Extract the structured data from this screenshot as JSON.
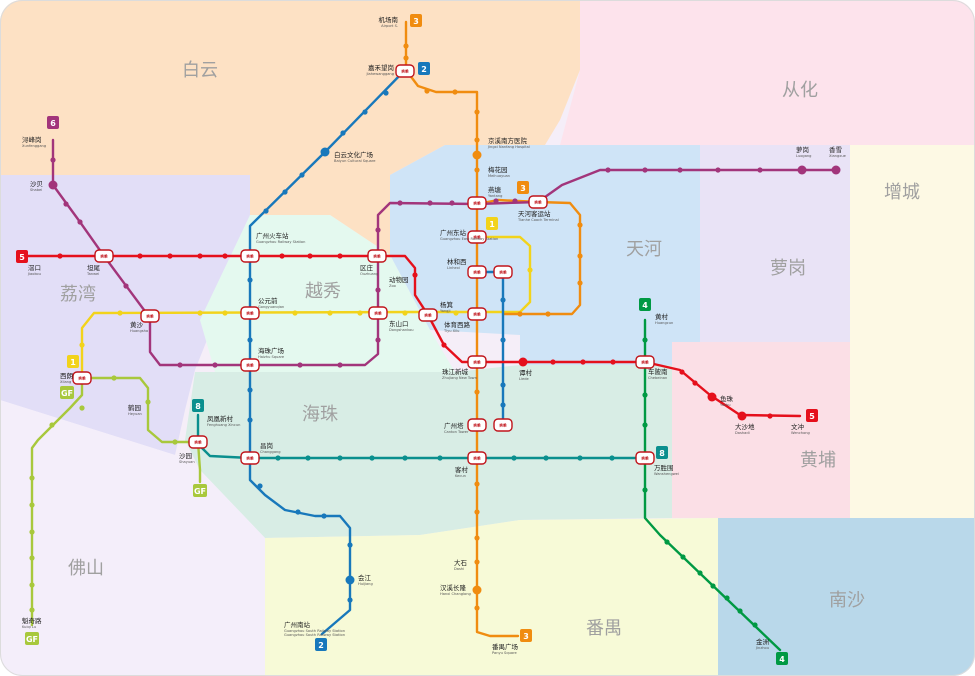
{
  "colors": {
    "line1": "#f2d31b",
    "line2": "#1878bb",
    "line3": "#f08c10",
    "line4": "#009943",
    "line5": "#e5101c",
    "line6": "#a2357b",
    "line8": "#0a8f8e",
    "gf": "#a8c83c"
  },
  "districts": [
    {
      "id": "baiyun",
      "name": "白云"
    },
    {
      "id": "conghua",
      "name": "从化"
    },
    {
      "id": "zengcheng",
      "name": "增城"
    },
    {
      "id": "tianhe",
      "name": "天河"
    },
    {
      "id": "luogang",
      "name": "萝岗"
    },
    {
      "id": "liwan",
      "name": "荔湾"
    },
    {
      "id": "yuexiu",
      "name": "越秀"
    },
    {
      "id": "haizhu",
      "name": "海珠"
    },
    {
      "id": "huangpu",
      "name": "黄埔"
    },
    {
      "id": "foshan",
      "name": "佛山"
    },
    {
      "id": "panyu",
      "name": "番禺"
    },
    {
      "id": "nansha",
      "name": "南沙"
    }
  ],
  "badges": {
    "l1": "1",
    "l2": "2",
    "l3": "3",
    "l4": "4",
    "l5": "5",
    "l6": "6",
    "l8": "8",
    "gf": "GF"
  },
  "interchange_label": "换乘",
  "stations": [
    {
      "id": "jichangnan",
      "cn": "机场南",
      "en": "Airport S."
    },
    {
      "id": "jiahewanggang",
      "cn": "嘉禾望岗",
      "en": "Jiahewanggang"
    },
    {
      "id": "baiyunwenhua",
      "cn": "白云文化广场",
      "en": "Baiyun Cultural Square"
    },
    {
      "id": "jingxi",
      "cn": "京溪南方医院",
      "en": "Jingxi Nanfang Hospital"
    },
    {
      "id": "meihuayuan",
      "cn": "梅花园",
      "en": "Meihuayuan"
    },
    {
      "id": "yantang",
      "cn": "燕塘",
      "en": "Yantang"
    },
    {
      "id": "tianhekeyun",
      "cn": "天河客运站",
      "en": "Tianhe Coach Terminal"
    },
    {
      "id": "guangzhoudong",
      "cn": "广州东站",
      "en": "Guangzhou East Railway Station"
    },
    {
      "id": "linhexi",
      "cn": "林和西",
      "en": "Linhexi"
    },
    {
      "id": "tiyuxilu",
      "cn": "体育西路",
      "en": "Tiyu Xilu"
    },
    {
      "id": "zhujiangxincheng",
      "cn": "珠江新城",
      "en": "Zhujiang New Town"
    },
    {
      "id": "guangzhouta",
      "cn": "广州塔",
      "en": "Canton Tower"
    },
    {
      "id": "kecun",
      "cn": "客村",
      "en": "Kecun"
    },
    {
      "id": "dashi",
      "cn": "大石",
      "en": "Dashi"
    },
    {
      "id": "hanxi",
      "cn": "汉溪长隆",
      "en": "Hanxi Changlong"
    },
    {
      "id": "panyuguangchang",
      "cn": "番禺广场",
      "en": "Panyu Square"
    },
    {
      "id": "xunfenggang",
      "cn": "浔峰岗",
      "en": "Xunfenggang"
    },
    {
      "id": "shabei",
      "cn": "沙贝",
      "en": "Shabei"
    },
    {
      "id": "xiaobei",
      "cn": "滘口",
      "en": "Jiaokou"
    },
    {
      "id": "tanwei",
      "cn": "坦尾",
      "en": "Tanwei"
    },
    {
      "id": "guangzhouhuoche",
      "cn": "广州火车站",
      "en": "Guangzhou Railway Station"
    },
    {
      "id": "quzhuang",
      "cn": "区庄",
      "en": "Ouzhuang"
    },
    {
      "id": "dongwuyuan",
      "cn": "动物园",
      "en": "Zoo"
    },
    {
      "id": "yangji",
      "cn": "杨箕",
      "en": "Yangji"
    },
    {
      "id": "gongyuanqian",
      "cn": "公元前",
      "en": "Gongyuanqian"
    },
    {
      "id": "huangsha",
      "cn": "黄沙",
      "en": "Huangsha"
    },
    {
      "id": "dongshankou",
      "cn": "东山口",
      "en": "Dongshankou"
    },
    {
      "id": "haizhuguangchang",
      "cn": "海珠广场",
      "en": "Haizhu Square"
    },
    {
      "id": "xilang",
      "cn": "西朗",
      "en": "Xilang"
    },
    {
      "id": "heyuan",
      "cn": "鹤园",
      "en": "Heyuan"
    },
    {
      "id": "fenghuangxincun",
      "cn": "凤凰新村",
      "en": "Fenghuang Xincun"
    },
    {
      "id": "shayuan",
      "cn": "沙园",
      "en": "Shayuan"
    },
    {
      "id": "changgang",
      "cn": "昌岗",
      "en": "Changgang"
    },
    {
      "id": "lijiao",
      "cn": "会江",
      "en": "Huijiang"
    },
    {
      "id": "guangzhounan",
      "cn": "广州南站",
      "en": "Guangzhou South Railway Station"
    },
    {
      "id": "kuiqilu",
      "cn": "魁奇路",
      "en": "Kuiqi Lu"
    },
    {
      "id": "luogang",
      "cn": "萝岗",
      "en": "Luogang"
    },
    {
      "id": "xiangxue",
      "cn": "香雪",
      "en": "Xiangxue"
    },
    {
      "id": "huangcun",
      "cn": "黄村",
      "en": "Huangcun"
    },
    {
      "id": "chebeinan",
      "cn": "车陂南",
      "en": "Chebeinan"
    },
    {
      "id": "tancun",
      "cn": "谭村",
      "en": "Liede"
    },
    {
      "id": "yuzhu",
      "cn": "鱼珠",
      "en": "Yuzhu"
    },
    {
      "id": "dashadi",
      "cn": "大沙地",
      "en": "Dashadi"
    },
    {
      "id": "wenchong",
      "cn": "文冲",
      "en": "Wenchong"
    },
    {
      "id": "wanshengwei",
      "cn": "万胜围",
      "en": "Wanshengwei"
    },
    {
      "id": "jinzhou",
      "cn": "金洲",
      "en": "Jinzhou"
    }
  ]
}
